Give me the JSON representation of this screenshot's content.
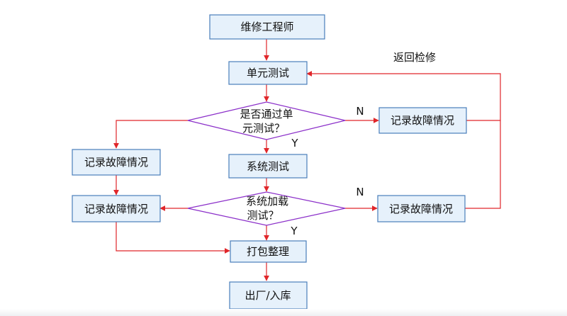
{
  "nodes": {
    "engineer": "维修工程师",
    "unit_test": "单元测试",
    "decision_unit": [
      "是否通过单",
      "元测试？"
    ],
    "record_right_1": "记录故障情况",
    "record_left_1": "记录故障情况",
    "system_test": "系统测试",
    "record_left_2": "记录故障情况",
    "decision_load": [
      "系统加载",
      "测试？"
    ],
    "record_right_2": "记录故障情况",
    "package": "打包整理",
    "release": "出厂/入库"
  },
  "edge_labels": {
    "return_repair": "返回检修",
    "no_1": "N",
    "yes_1": "Y",
    "no_2": "N",
    "yes_2": "Y"
  },
  "colors": {
    "box_fill": "#e6f1fb",
    "box_stroke": "#4a7ebb",
    "diamond_stroke": "#8b2fc9",
    "arrow": "#e0262a"
  }
}
